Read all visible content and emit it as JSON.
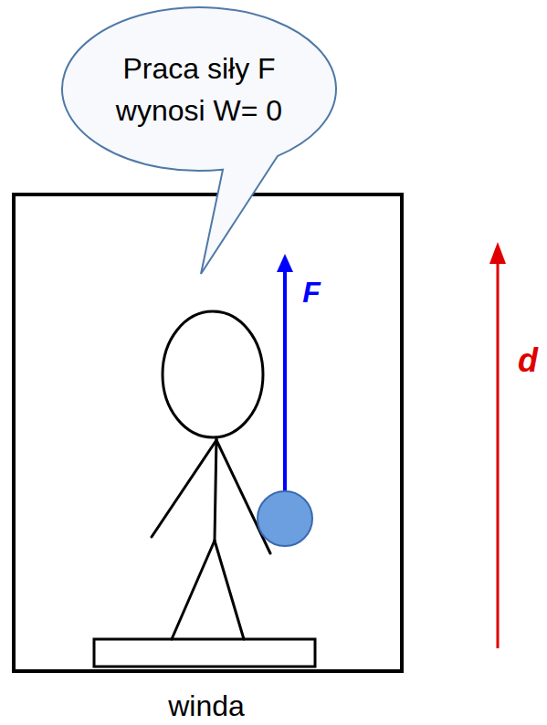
{
  "diagram": {
    "nodes": [
      {
        "text": [
          "Praca siły F wynosi W= 0"
        ]
      }
    ],
    "labels": [
      "F",
      "d",
      "winda"
    ]
  }
}
